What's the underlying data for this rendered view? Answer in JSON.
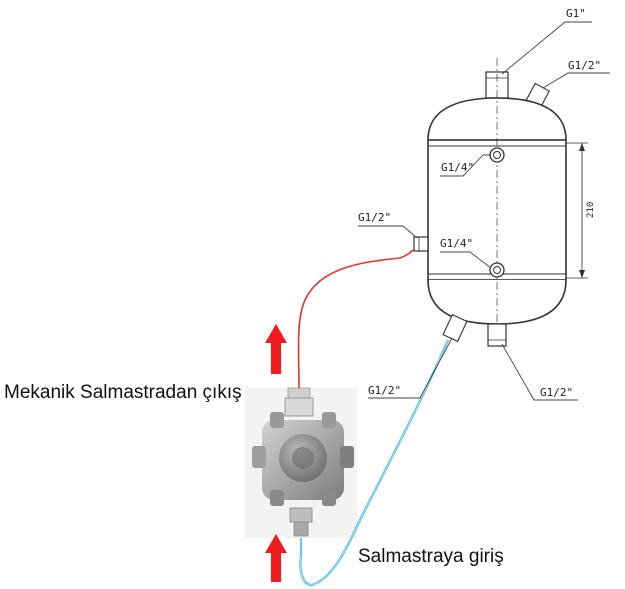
{
  "labels": {
    "outlet": "Mekanik Salmastradan çıkış",
    "inlet": "Salmastraya giriş"
  },
  "vessel_callouts": {
    "top_main": "G1\"",
    "top_side": "G1/2\"",
    "upper_port": "G1/4\"",
    "side_port": "G1/2\"",
    "lower_port": "G1/4\"",
    "bottom_left": "G1/2\"",
    "bottom_right": "G1/2\"",
    "dimension": "210"
  },
  "colors": {
    "outlet_line": "#e8342a",
    "inlet_line": "#34b4e4",
    "arrow": "#ee1c1c",
    "drawing": "#333333"
  }
}
